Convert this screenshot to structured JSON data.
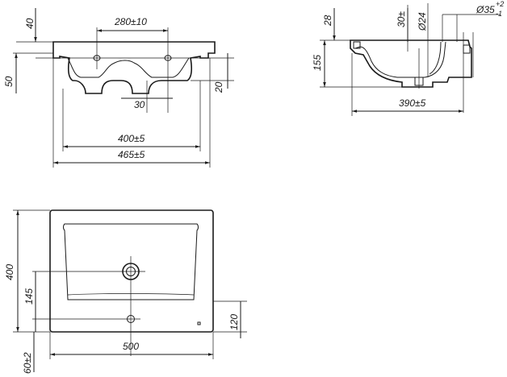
{
  "front_view": {
    "d_height_top": "40",
    "d_height_left": "50",
    "d_hole_spacing": "280±10",
    "d_bottom_gap": "30",
    "d_right_side": "20",
    "d_inner_width": "400±5",
    "d_overall_width": "465±5"
  },
  "side_view": {
    "d_top_28": "28",
    "d_hole_30": "30±",
    "d_phi24": "Ø24",
    "d_phi35": "Ø35",
    "d_phi35_tol_upper": "+2",
    "d_phi35_tol_lower": "-1",
    "d_height_155": "155",
    "d_depth_390": "390±5"
  },
  "plan_view": {
    "d_height_400": "400",
    "d_145": "145",
    "d_120": "120",
    "d_width_500": "500",
    "d_60": "60±2"
  }
}
